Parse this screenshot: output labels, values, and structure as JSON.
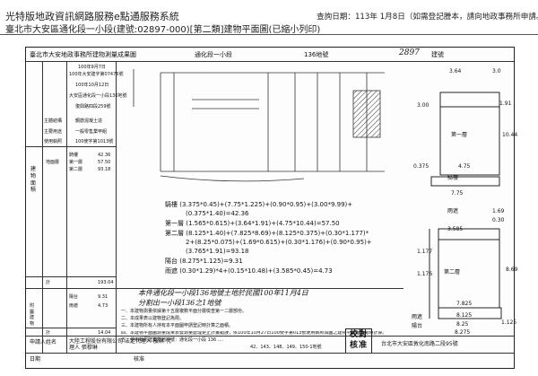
{
  "header": {
    "system_title": "光特版地政資訊網路服務e點通服務系統",
    "subtitle": "臺北市大安區通化段一小段(建號:02897-000)[第二類]建物平面圖(已縮小列印)",
    "query_info": "查詢日期：113年 1月8日（如需登記謄本，請向地政事務所申請。）"
  },
  "sheet": {
    "office_title": "臺北市大安地政事務所建物測量成果圖",
    "section": "通化段一小段",
    "lot": "136地號",
    "building_no_handwritten": "2897",
    "building_no_label": "建號",
    "info_rows": [
      "100年9月7日",
      "100年大安建字第07476號",
      "100年10月12日",
      "大安區通化段一小段136地號",
      "復興路四段259號",
      "鋼筋混凝土造",
      "一般零售業甲組",
      "100使字第1013號"
    ],
    "info_labels": [
      "主體結構",
      "主要用途",
      "使用執照"
    ],
    "area_labels": {
      "group": "建物面積",
      "total": "計",
      "attach": "附屬建物",
      "ground": "地面層",
      "total_col": "合計"
    },
    "area_rows": [
      {
        "label": "騎樓",
        "value": "42.36"
      },
      {
        "label": "第一層",
        "value": "57.50"
      },
      {
        "label": "第二層",
        "value": "93.18"
      }
    ],
    "area_total": "193.04",
    "attach_rows": [
      {
        "label": "陽台",
        "value": "9.31"
      },
      {
        "label": "雨遮",
        "value": "4.73"
      }
    ],
    "attach_total": "14.04",
    "calc_lines": [
      "騎樓 (3.375*0.45)+(7.75*1.225)+(0.90*0.95)+(3.00*9.99)+",
      "(0.375*1.40)=42.36",
      "第一層 (1.565*0.615)+(3.64*1.91)+(4.75*10.44)=57.50",
      "第二層 (8.125*1.40)+(7.825*8.69)+(8.125*0.375)+(0.30*1.177)*",
      "2+(8.25*0.075)+(1.69*0.615)+(0.30*1.176)+(0.90*0.95)+",
      "(3.765*1.91)=93.18",
      "陽台 (8.275*1.125)=9.31",
      "雨遮 (0.30*1.29)*4+(0.15*10.48)+(3.585*0.45)=4.73"
    ],
    "handwritten_lines": [
      "本件通化段一小段136地號土地於民國100年11月4日",
      "分割出一小段136之1地號"
    ],
    "notes": [
      "一、本建物測量依據第十五層複數平面分層檢查第一二層部份。",
      "二、本成果表以建物登記為限。",
      "三、本建物所有人持有本平面圖申請登記時計算之面積。",
      "四、本建物平面圖測量成果表暨測量處理更正計畫錯誤，依100年10月27日100使字第013號使用執照與圖之建物平面圖確認時計算。",
      "五、使用執照建築基地地號：通化段一小段 136 ....",
      "42、143、148、149、150-1地號"
    ],
    "plan_labels": {
      "first_floor": "第一層",
      "second_floor": "第二層",
      "arcade": "騎樓",
      "rain_shelter": "雨遮",
      "rain_shelter_2": "雨遮",
      "balcony": "陽台",
      "dims_first": [
        "3.64",
        "3.0",
        "10.44",
        "0.375",
        "4.75",
        "3.00",
        "1.91",
        "7.75"
      ],
      "dims_second": [
        "1.69",
        "0.30",
        "3.585",
        "8.69",
        "1.176",
        "1.177",
        "8.125",
        "7.825",
        "8.25",
        "8.275",
        "1.125"
      ]
    },
    "footer": {
      "applicant_label": "申請人姓名",
      "applicant_value": "大陸工程股份有限公司 法定代理人 殷琪  代理人 張穆琳",
      "stamp_text": "校對 核准",
      "address": "台北市大安區敦化南路二段95號",
      "row_label_1": "日期",
      "row_label_2": "核准"
    }
  }
}
